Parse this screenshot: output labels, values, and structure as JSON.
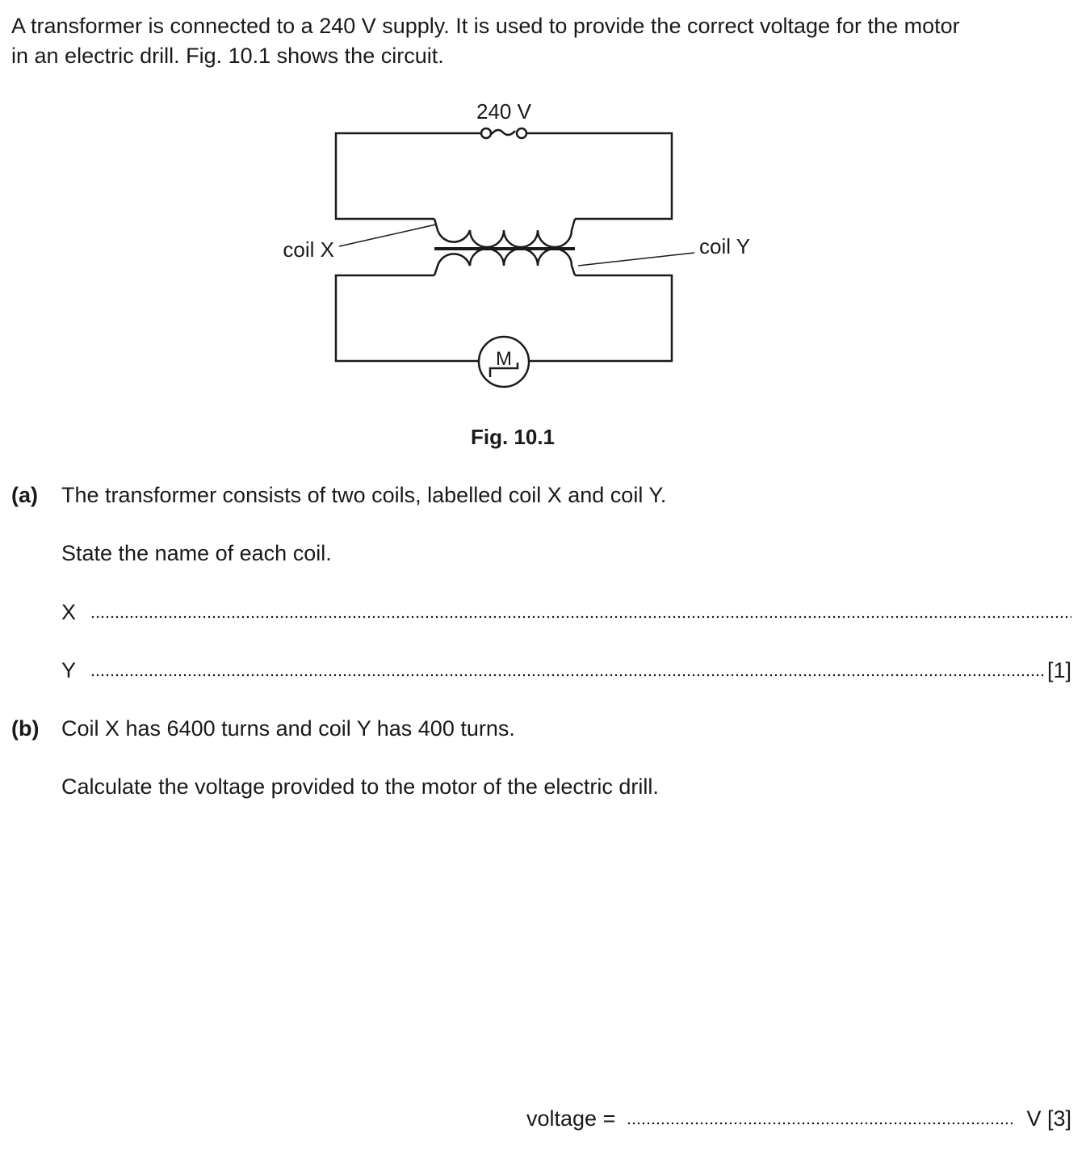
{
  "intro": {
    "line1": "A transformer is connected to a 240 V supply. It is used to provide the correct voltage for the motor",
    "line2": "in an electric drill. Fig. 10.1 shows the circuit."
  },
  "figure": {
    "supply_label": "240 V",
    "coil_x_label": "coil X",
    "coil_y_label": "coil Y",
    "motor_label": "M",
    "caption": "Fig. 10.1"
  },
  "part_a": {
    "label": "(a)",
    "text": "The transformer consists of two coils, labelled coil X and coil Y.",
    "instruction": "State the name of each coil.",
    "answer_x_label": "X",
    "answer_y_label": "Y",
    "marks": "[1]"
  },
  "part_b": {
    "label": "(b)",
    "text": "Coil X has 6400 turns and coil Y has 400 turns.",
    "instruction": "Calculate the voltage provided to the motor of the electric drill.",
    "answer_label": "voltage =",
    "unit_marks": "V [3]"
  }
}
